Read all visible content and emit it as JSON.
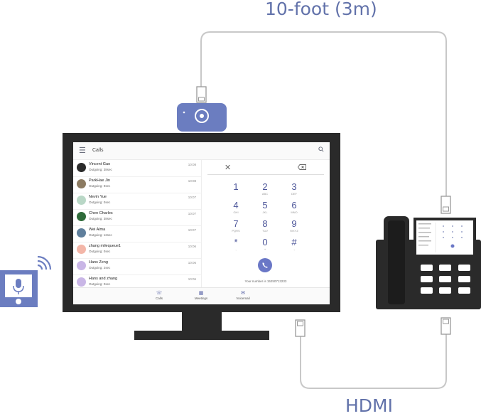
{
  "labels": {
    "camera_cable": "10-foot (3m)",
    "hdmi_cable": "HDMI"
  },
  "devices": {
    "camera": "camera-icon",
    "mic": "microphone-icon",
    "phone": "desk-phone-icon"
  },
  "app": {
    "title": "Calls",
    "menu_icon": "☰",
    "calls": [
      {
        "name": "Vincent Gao",
        "status": "Outgoing: 38sec",
        "time": "10:08"
      },
      {
        "name": "ParkHae Jin",
        "status": "Outgoing: 9sec",
        "time": "10:08"
      },
      {
        "name": "Nevin Yue",
        "status": "Outgoing: 0sec",
        "time": "10:07"
      },
      {
        "name": "Chen Charles",
        "status": "Outgoing: 38sec",
        "time": "10:07"
      },
      {
        "name": "Wei Alma",
        "status": "Outgoing: 12sec",
        "time": "10:07"
      },
      {
        "name": "zhang milequeue1",
        "status": "Outgoing: 0sec",
        "time": "10:06"
      },
      {
        "name": "Hans Zeng",
        "status": "Outgoing: 2sec",
        "time": "10:06"
      },
      {
        "name": "Hans and zhang",
        "status": "Outgoing: 0sec",
        "time": "10:06"
      }
    ],
    "keypad": [
      {
        "digit": "1",
        "letters": ""
      },
      {
        "digit": "2",
        "letters": "ABC"
      },
      {
        "digit": "3",
        "letters": "DEF"
      },
      {
        "digit": "4",
        "letters": "GHI"
      },
      {
        "digit": "5",
        "letters": "JKL"
      },
      {
        "digit": "6",
        "letters": "MNO"
      },
      {
        "digit": "7",
        "letters": "PQRS"
      },
      {
        "digit": "8",
        "letters": "TUV"
      },
      {
        "digit": "9",
        "letters": "WXYZ"
      },
      {
        "digit": "*",
        "letters": ","
      },
      {
        "digit": "0",
        "letters": "+"
      },
      {
        "digit": "#",
        "letters": ";"
      }
    ],
    "clear_icon": "✕",
    "your_number": "Your number is 15250713233",
    "nav": [
      {
        "icon": "☏",
        "label": "Calls"
      },
      {
        "icon": "▦",
        "label": "Meetings"
      },
      {
        "icon": "✉",
        "label": "Voicemail"
      }
    ]
  },
  "colors": {
    "device_blue": "#6b7dc0",
    "monitor_black": "#2a2a2a",
    "cable_gray": "#c8c8c8",
    "label_blue": "#6272aa"
  }
}
